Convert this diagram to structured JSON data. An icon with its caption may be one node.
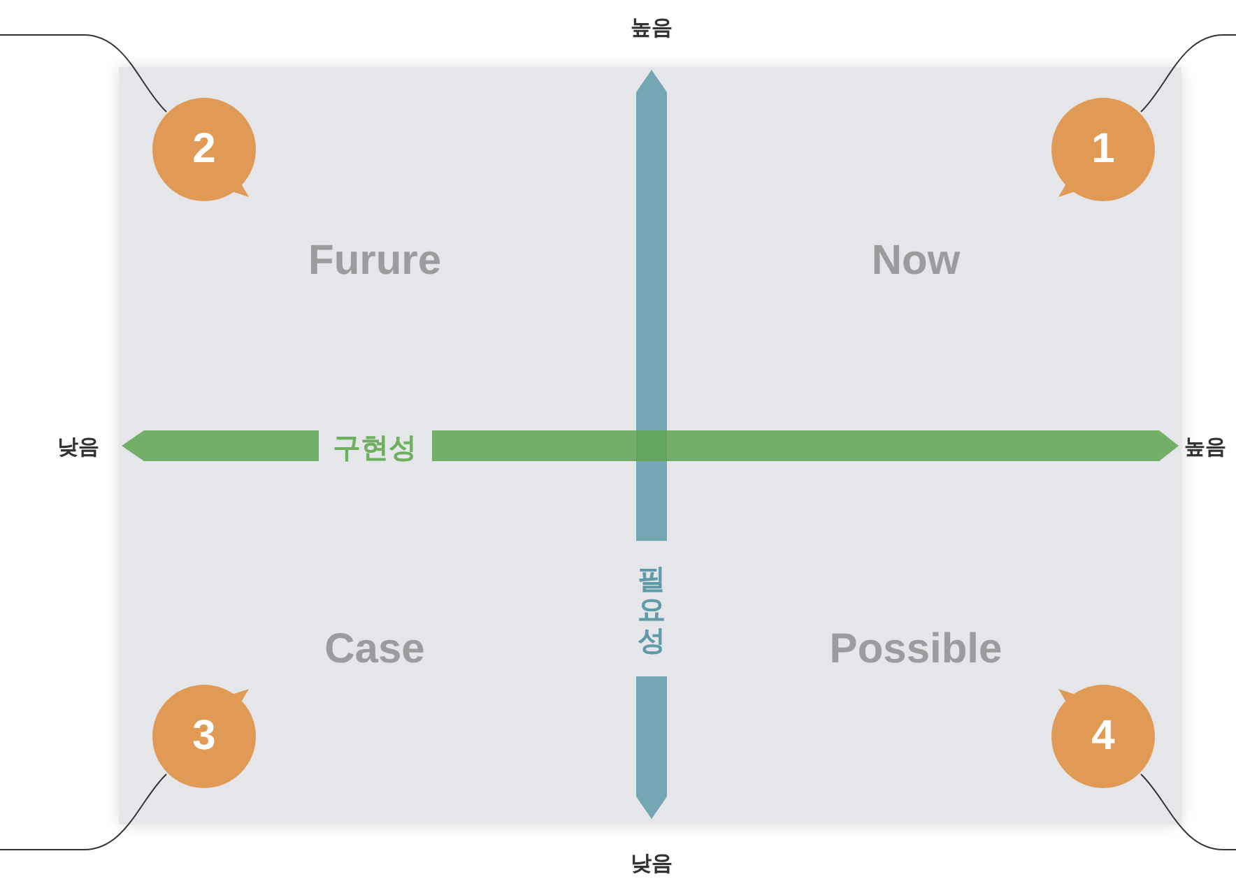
{
  "diagram": {
    "nodes": [
      {
        "text": [
          "2"
        ]
      },
      {
        "text": [
          "1"
        ]
      },
      {
        "text": [
          "3"
        ]
      },
      {
        "text": [
          "4"
        ]
      }
    ],
    "edges": [
      {
        "from": 0,
        "to": null,
        "arrow": "none"
      },
      {
        "from": 1,
        "to": null,
        "arrow": "none"
      },
      {
        "from": 2,
        "to": null,
        "arrow": "none"
      },
      {
        "from": 3,
        "to": null,
        "arrow": "none"
      }
    ],
    "labels": [
      "높음",
      "Furure",
      "Now",
      "낮음",
      "구현성",
      "높음",
      "필요성",
      "Case",
      "Possible",
      "낮음"
    ]
  }
}
